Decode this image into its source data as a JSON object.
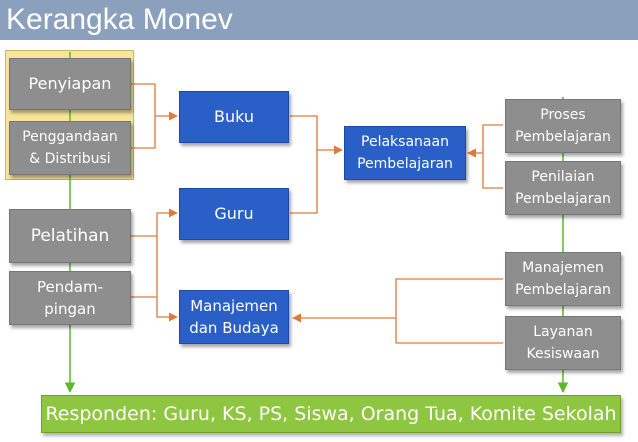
{
  "title": "Kerangka Monev",
  "boxes": {
    "penyiapan": "Penyiapan",
    "penggandaan": "Penggandaan\n& Distribusi",
    "pelatihan": "Pelatihan",
    "pendampingan": "Pendam-\npingan",
    "buku": "Buku",
    "guru": "Guru",
    "manajemen_budaya": "Manajemen\ndan Budaya",
    "pelaksanaan": "Pelaksanaan\nPembelajaran",
    "proses": "Proses\nPembelajaran",
    "penilaian": "Penilaian\nPembelajaran",
    "manajemen_pembelajaran": "Manajemen\nPembelajaran",
    "layanan": "Layanan\nKesiswaan"
  },
  "footer": "Responden: Guru, KS, PS, Siswa, Orang Tua, Komite Sekolah",
  "colors": {
    "header": "#8aa0bd",
    "gray_box": "#8e8e8e",
    "blue_box": "#2a5fc8",
    "yellow_panel": "#f7e59a",
    "footer": "#8fc641",
    "connector_orange": "#e07a3a",
    "connector_green": "#5cb82c"
  }
}
